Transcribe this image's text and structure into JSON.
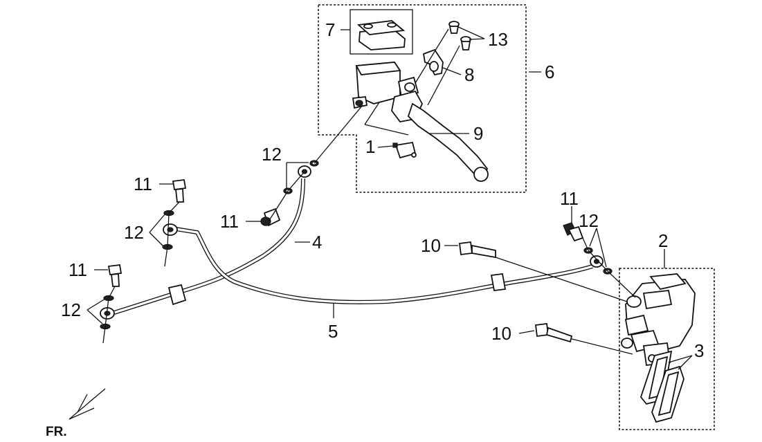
{
  "diagram": {
    "direction_label": "FR.",
    "callouts": {
      "part_1": "1",
      "part_2": "2",
      "part_3": "3",
      "part_4": "4",
      "part_5": "5",
      "part_6": "6",
      "part_7": "7",
      "part_8": "8",
      "part_9": "9",
      "part_10_upper": "10",
      "part_10_lower": "10",
      "part_11_upper_left": "11",
      "part_11_mid_left": "11",
      "part_11_lower_left": "11",
      "part_11_right": "11",
      "part_12_center": "12",
      "part_12_mid_left": "12",
      "part_12_lower_left": "12",
      "part_12_right": "12",
      "part_13": "13"
    }
  }
}
